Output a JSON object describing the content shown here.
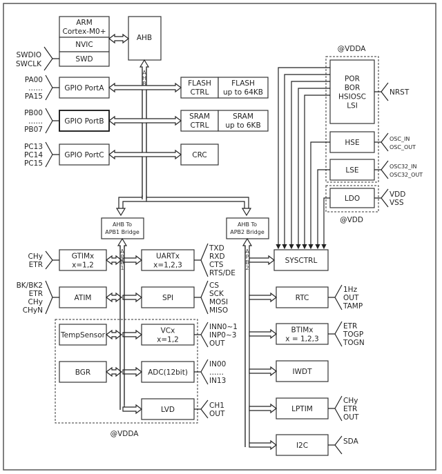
{
  "core": {
    "arm": [
      "ARM",
      "Cortex-M0+"
    ],
    "nvic": "NVIC",
    "swd": "SWD",
    "swd_pins": [
      "SWDIO",
      "SWCLK"
    ],
    "ahb": "AHB",
    "ahb_bus_label": [
      "A",
      "H",
      "B"
    ]
  },
  "gpio": [
    {
      "label": "GPIO PortA",
      "pins": [
        "PA00",
        "……",
        "PA15"
      ]
    },
    {
      "label": "GPIO PortB",
      "pins": [
        "PB00",
        "……",
        "PB07"
      ]
    },
    {
      "label": "GPIO PortC",
      "pins": [
        "PC13",
        "PC14",
        "PC15"
      ]
    }
  ],
  "memory": {
    "flash_ctrl": [
      "FLASH",
      "CTRL"
    ],
    "flash": [
      "FLASH",
      "up to 64KB"
    ],
    "sram_ctrl": [
      "SRAM",
      "CTRL"
    ],
    "sram": [
      "SRAM",
      "up to 6KB"
    ],
    "crc": "CRC"
  },
  "bridges": {
    "apb1": [
      "AHB To",
      "APB1 Bridge"
    ],
    "apb2": [
      "AHB To",
      "APB2 Bridge"
    ],
    "apb1_bus_label": [
      "A",
      "P",
      "B",
      "1"
    ],
    "apb2_bus_label": [
      "A",
      "P",
      "B",
      "2"
    ]
  },
  "apb1_left": [
    {
      "label": [
        "GTIMx",
        "x=1,2"
      ],
      "pins": [
        "CHy",
        "ETR"
      ]
    },
    {
      "label": [
        "ATIM"
      ],
      "pins": [
        "BK/BK2",
        "ETR",
        "CHy",
        "CHyN"
      ]
    },
    {
      "label": [
        "TempSensor"
      ],
      "pins": []
    },
    {
      "label": [
        "BGR"
      ],
      "pins": []
    }
  ],
  "apb1_right": [
    {
      "label": [
        "UARTx",
        "x=1,2,3"
      ],
      "pins": [
        "TXD",
        "RXD",
        "CTS",
        "RTS/DE"
      ]
    },
    {
      "label": [
        "SPI"
      ],
      "pins": [
        "CS",
        "SCK",
        "MOSI",
        "MISO"
      ]
    },
    {
      "label": [
        "VCx",
        "x=1,2"
      ],
      "pins": [
        "INN0~1",
        "INP0~3",
        "OUT"
      ]
    },
    {
      "label": [
        "ADC(12bit)"
      ],
      "pins": [
        "IN00",
        "……",
        "IN13"
      ]
    },
    {
      "label": [
        "LVD"
      ],
      "pins": [
        "CH1",
        "OUT"
      ]
    }
  ],
  "analog_domain_label": "@VDDA",
  "clock_domain": {
    "label": "@VDDA",
    "por": [
      "POR",
      "BOR",
      "HSIOSC",
      "LSI"
    ],
    "por_pins": [
      "NRST"
    ],
    "hse": "HSE",
    "hse_pins": [
      "OSC_IN",
      "OSC_OUT"
    ],
    "lse": "LSE",
    "lse_pins": [
      "OSC32_IN",
      "OSC32_OUT"
    ]
  },
  "power_domain": {
    "label": "@VDD",
    "ldo": "LDO",
    "ldo_pins": [
      "VDD",
      "VSS"
    ]
  },
  "apb2_right": [
    {
      "label": [
        "SYSCTRL"
      ],
      "pins": []
    },
    {
      "label": [
        "RTC"
      ],
      "pins": [
        "1Hz",
        "OUT",
        "TAMP"
      ]
    },
    {
      "label": [
        "BTIMx",
        "x = 1,2,3"
      ],
      "pins": [
        "ETR",
        "TOGP",
        "TOGN"
      ]
    },
    {
      "label": [
        "IWDT"
      ],
      "pins": []
    },
    {
      "label": [
        "LPTIM"
      ],
      "pins": [
        "CHy",
        "ETR",
        "OUT"
      ]
    },
    {
      "label": [
        "I2C"
      ],
      "pins": [
        "SDA",
        ""
      ]
    }
  ],
  "colors": {
    "line": "#222222",
    "frame": "#555555",
    "bus_label": "#444444"
  }
}
